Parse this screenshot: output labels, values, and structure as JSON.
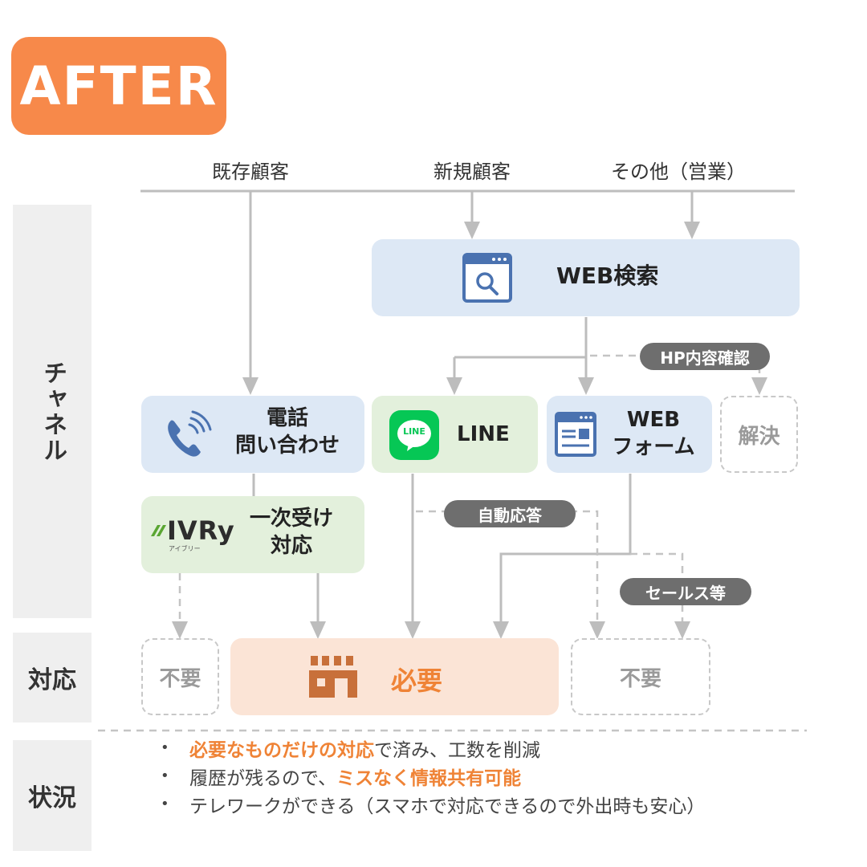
{
  "badge": {
    "label": "AFTER"
  },
  "sources": [
    "既存顧客",
    "新規顧客",
    "その他（営業）"
  ],
  "side_labels": {
    "channel": "チャネル",
    "response": "対応",
    "status": "状況"
  },
  "boxes": {
    "web_search": "WEB検索",
    "phone_line1": "電話",
    "phone_line2": "問い合わせ",
    "line": "LINE",
    "webform_line1": "WEB",
    "webform_line2": "フォーム",
    "resolved": "解決",
    "ivry_line1": "一次受け",
    "ivry_line2": "対応",
    "needed": "必要",
    "unneeded_left": "不要",
    "unneeded_right": "不要"
  },
  "pills": {
    "hp_check": "HP内容確認",
    "auto_reply": "自動応答",
    "sales_etc": "セールス等"
  },
  "logos": {
    "line_icon_text": "LINE",
    "ivry_main": "IVRy",
    "ivry_sub": "アイブリー"
  },
  "bullets": [
    {
      "highlight": "必要なものだけの対応",
      "text": "で済み、工数を削減"
    },
    {
      "text": "履歴が残るので、",
      "highlight": "ミスなく情報共有可能"
    },
    {
      "text": "テレワークができる（スマホで対応できるので外出時も安心）"
    }
  ],
  "colors": {
    "accent": "#f7894a",
    "highlight": "#ef8336",
    "box_blue": "#dde8f5",
    "box_green": "#e3f0dc",
    "box_orange": "#fbe4d6",
    "line_green": "#06c755",
    "icon_blue": "#4a72b0"
  },
  "icons": [
    "browser-search-icon",
    "phone-icon",
    "line-app-icon",
    "web-form-icon",
    "ivry-logo",
    "building-icon"
  ]
}
